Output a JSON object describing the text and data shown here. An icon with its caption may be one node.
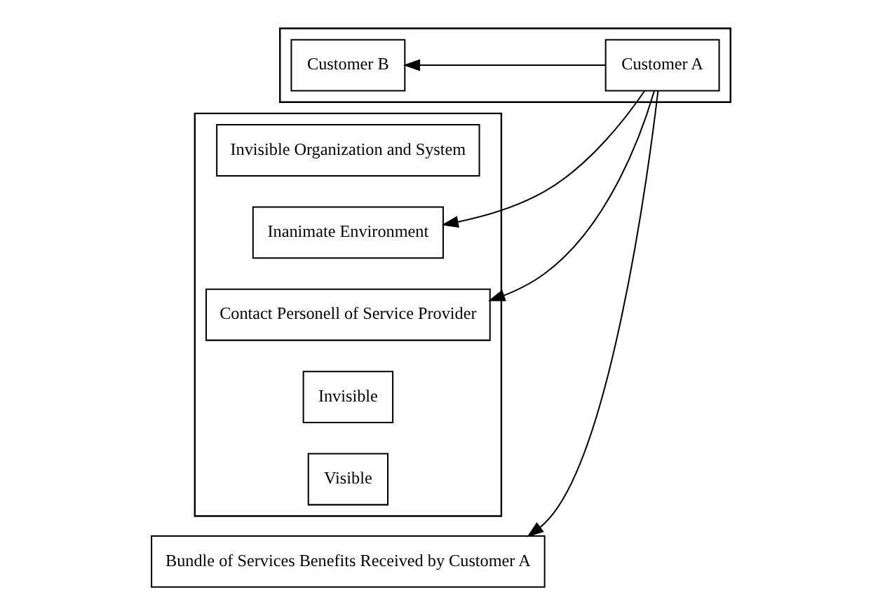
{
  "diagram": {
    "nodes": [
      {
        "text": [],
        "shape": "box"
      },
      {
        "text": [],
        "shape": "box"
      },
      {
        "text": [
          "Invisible Organization and System"
        ],
        "in": 1
      },
      {
        "text": [
          "Inanimate Environment"
        ],
        "in": 1
      },
      {
        "text": [
          "Contact Personell of Service Provider"
        ],
        "in": 1
      },
      {
        "text": [
          "Invisible"
        ],
        "in": 1
      },
      {
        "text": [
          "Visible"
        ],
        "in": 1
      },
      {
        "text": [
          "Customer A"
        ],
        "in": 0
      },
      {
        "text": [
          "Customer B"
        ],
        "in": 0
      },
      {
        "text": [
          "Bundle of Services Benefits Received by Customer A"
        ]
      }
    ],
    "edges": [
      {
        "from": 7,
        "to": 3,
        "arrow": "to"
      },
      {
        "from": 7,
        "to": 4,
        "arrow": "to"
      },
      {
        "from": 7,
        "to": 8,
        "arrow": "to"
      },
      {
        "from": 7,
        "to": 9,
        "arrow": "to"
      }
    ]
  }
}
